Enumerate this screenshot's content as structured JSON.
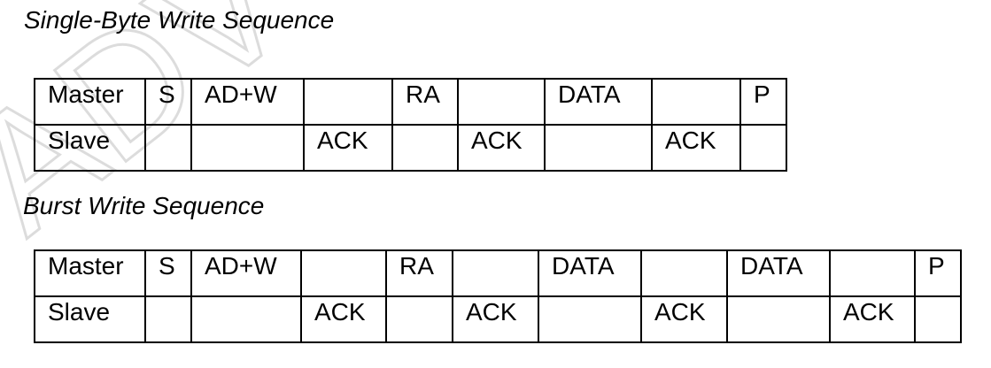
{
  "watermark": {
    "text": "ADV"
  },
  "single_byte": {
    "title": "Single-Byte Write Sequence",
    "rows": [
      {
        "label": "Master",
        "cells": [
          "S",
          "AD+W",
          "",
          "RA",
          "",
          "DATA",
          "",
          "P"
        ]
      },
      {
        "label": "Slave",
        "cells": [
          "",
          "",
          "ACK",
          "",
          "ACK",
          "",
          "ACK",
          ""
        ]
      }
    ]
  },
  "burst": {
    "title": "Burst Write Sequence",
    "rows": [
      {
        "label": "Master",
        "cells": [
          "S",
          "AD+W",
          "",
          "RA",
          "",
          "DATA",
          "",
          "DATA",
          "",
          "P"
        ]
      },
      {
        "label": "Slave",
        "cells": [
          "",
          "",
          "ACK",
          "",
          "ACK",
          "",
          "ACK",
          "",
          "ACK",
          ""
        ]
      }
    ]
  }
}
